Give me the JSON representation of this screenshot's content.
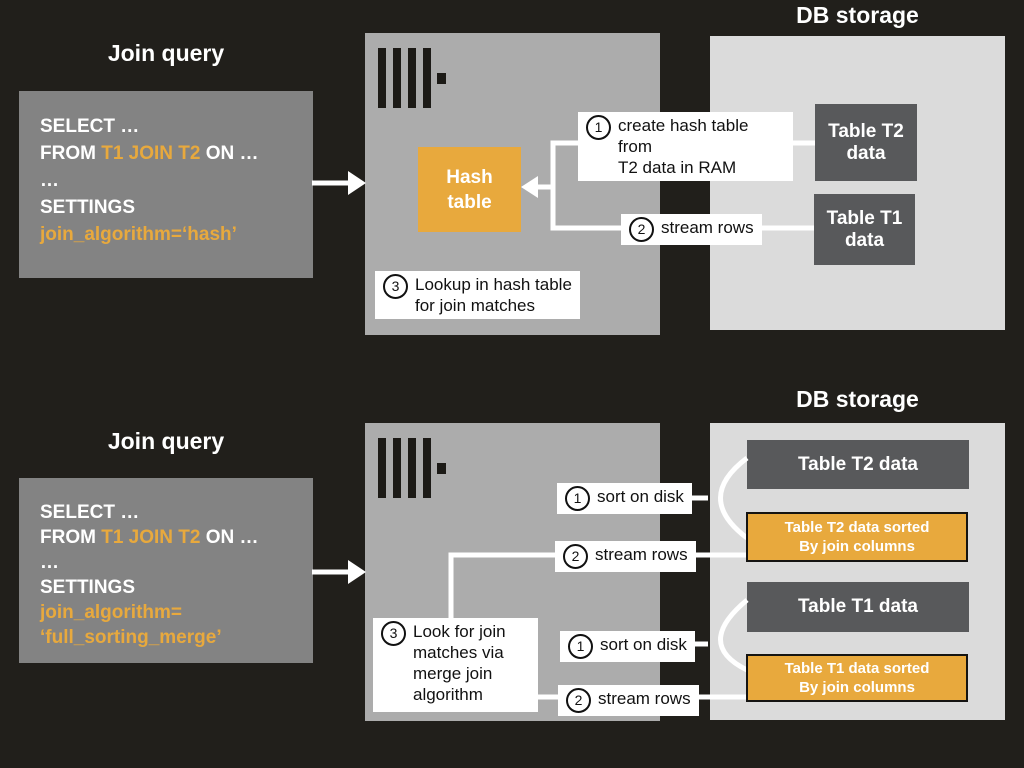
{
  "colors": {
    "background": "#211F1B",
    "query_box_gray": "#838383",
    "server_gray": "#ACACAC",
    "db_storage_gray": "#DBDBDB",
    "dark_table_gray": "#58595B",
    "amber": "#E8A93D",
    "text_light": "#FFFFFF",
    "text_dark": "#111111"
  },
  "hash_join": {
    "query_title": "Join query",
    "db_title": "DB storage",
    "query": {
      "line1": "SELECT …",
      "line2_from": "FROM ",
      "line2_tables": "T1 JOIN T2",
      "line2_on": " ON …",
      "line3": "…",
      "line4": "SETTINGS",
      "line5": "join_algorithm=‘hash’"
    },
    "hash_table": "Hash\ntable",
    "callout1": {
      "num": "1",
      "text": "create hash table from\nT2 data in RAM"
    },
    "callout2": {
      "num": "2",
      "text": "stream rows"
    },
    "callout3": {
      "num": "3",
      "text": "Lookup in hash table\nfor join matches"
    },
    "table_t2": "Table T2\ndata",
    "table_t1": "Table T1\ndata"
  },
  "merge_join": {
    "query_title": "Join query",
    "db_title": "DB storage",
    "query": {
      "line1": "SELECT …",
      "line2_from": "FROM ",
      "line2_tables": "T1 JOIN T2",
      "line2_on": " ON …",
      "line3": "…",
      "line4": "SETTINGS",
      "line5": "join_algorithm=",
      "line6": "‘full_sorting_merge’"
    },
    "sort_t2": {
      "num": "1",
      "text": "sort on disk"
    },
    "stream_t2": {
      "num": "2",
      "text": "stream rows"
    },
    "sort_t1": {
      "num": "1",
      "text": "sort on disk"
    },
    "stream_t1": {
      "num": "2",
      "text": "stream rows"
    },
    "callout3": {
      "num": "3",
      "text": "Look for join\nmatches via\nmerge join\nalgorithm"
    },
    "table_t2": "Table T2 data",
    "table_t2_sorted": "Table T2 data sorted\nBy join columns",
    "table_t1": "Table T1 data",
    "table_t1_sorted": "Table T1 data sorted\nBy join columns"
  }
}
